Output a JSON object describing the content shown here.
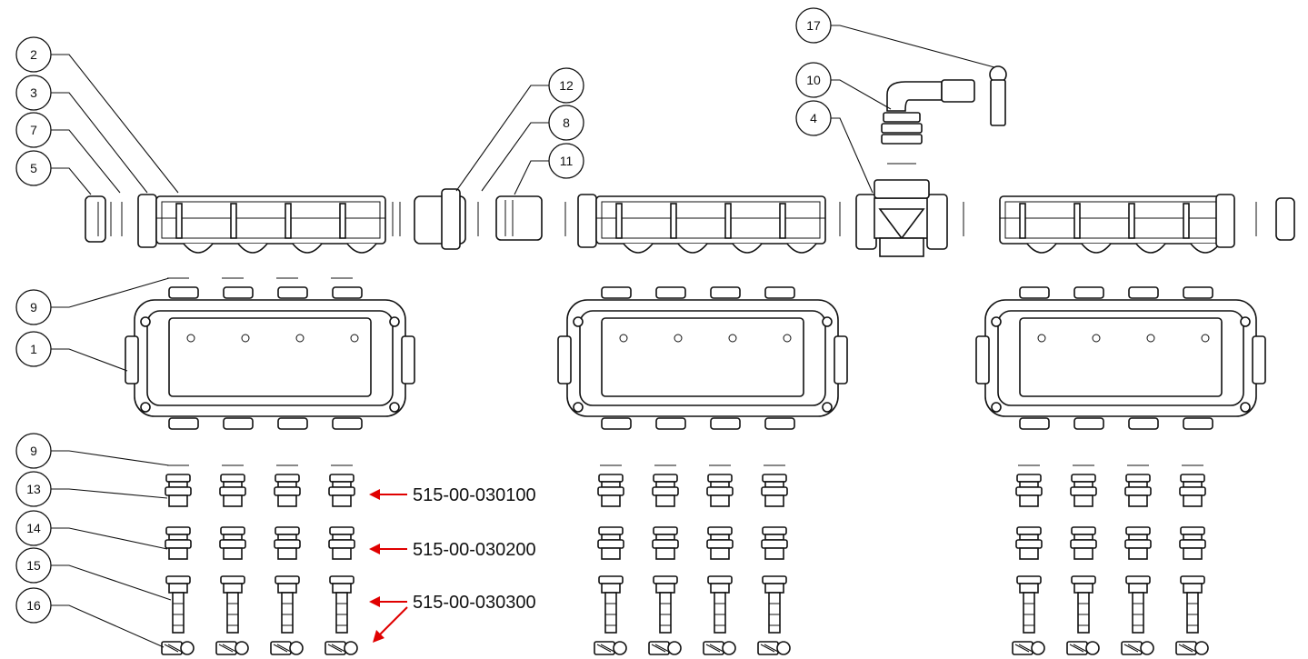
{
  "balloons": [
    "2",
    "3",
    "7",
    "5",
    "9",
    "1",
    "9",
    "13",
    "14",
    "15",
    "16",
    "12",
    "8",
    "11",
    "17",
    "10",
    "4"
  ],
  "part_numbers": [
    "515-00-030100",
    "515-00-030200",
    "515-00-030300"
  ],
  "colors": {
    "arrow": "#e00000",
    "line": "#111111"
  }
}
